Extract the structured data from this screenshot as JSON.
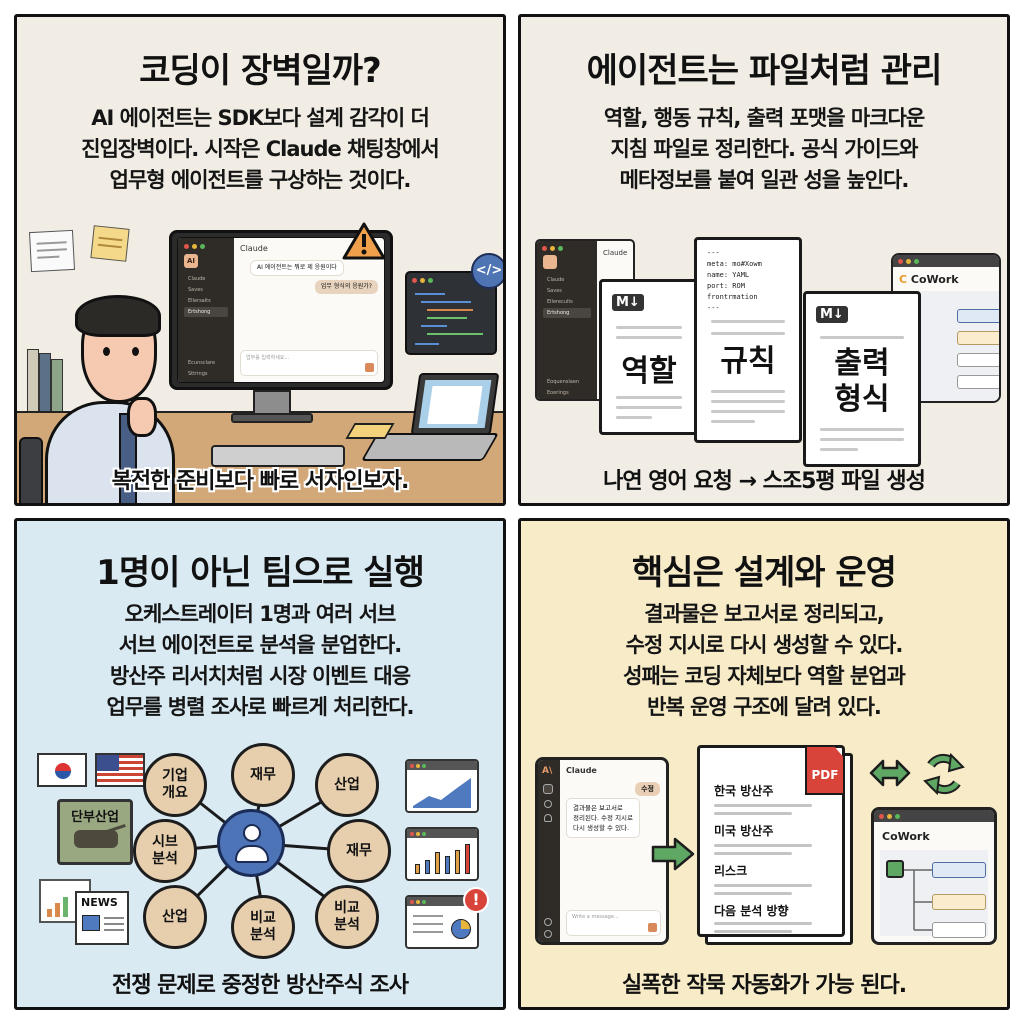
{
  "panels": [
    {
      "title": "코딩이 장벽일까?",
      "desc": [
        "AI 에이전트는 SDK보다 설계 감각이 더",
        "진입장벽이다. 시작은 Claude 채팅창에서",
        "업무형 에이전트를 구상하는 것이다."
      ],
      "caption": "복전한 준비보다 빠로 서자인보자.",
      "bg": "#f1ede4",
      "chat_window": {
        "title": "Claude",
        "logo": "AI",
        "sidebar_items": [
          "Claude",
          "Saves",
          "Ellersaits",
          "Ertshong"
        ],
        "sidebar_footer": [
          "Ecunsclare",
          "Sttrings"
        ],
        "assistant_msg": "AI 에이전트는 뭐로 제 응원이다",
        "user_msg": "업무 형식의 응원가?",
        "input_placeholder": "업무를 입력하세요..."
      },
      "icons": [
        "warning-icon",
        "code-icon"
      ]
    },
    {
      "title": "에이전트는 파일처럼 관리",
      "desc": [
        "역할, 행동 규칙, 출력 포맷을 마크다운",
        "지침 파일로 정리한다. 공식 가이드와",
        "메타정보를 붙여 일관 성을 높인다."
      ],
      "caption": "나연 영어 요청 → 스조5평 파일 생성",
      "bg": "#f1ede4",
      "chat_window": {
        "title": "Claude",
        "sidebar_items": [
          "Claude",
          "Saves",
          "Ellerecults",
          "Ertshong"
        ],
        "sidebar_footer": [
          "Eoquenslaen",
          "Eoerings"
        ]
      },
      "yaml": [
        "---",
        "meta: mo#Xowm",
        "name: YAML",
        "port: ROM",
        "frontrmation",
        "---"
      ],
      "docs": [
        {
          "badge": "M↓",
          "label": "역할"
        },
        {
          "badge": "",
          "label": "규칙"
        },
        {
          "badge": "M↓",
          "label": "출력\n형식"
        }
      ],
      "cowork": {
        "brand": "CoWork"
      }
    },
    {
      "title": "1명이 아닌 팀으로 실행",
      "desc": [
        "오케스트레이터 1명과 여러 서브",
        "서브 에이전트로 분석을 분업한다.",
        "방산주 리서치처럼 시장 이벤트 대응",
        "업무를 병렬 조사로 빠르게 처리한다."
      ],
      "caption": "전쟁 문제로 중정한 방산주식 조사",
      "bg": "#d9eaf3",
      "nodes": [
        "기업\n개요",
        "재무",
        "산업",
        "시브\n분석",
        "재무",
        "산업",
        "비교\n분석",
        "비교\n분석"
      ],
      "side_labels": {
        "industry_card": "단부산업",
        "news": "NEWS"
      },
      "icons": [
        "korea-flag-icon",
        "usa-flag-icon",
        "orchestrator-user-icon",
        "line-chart-icon",
        "bar-chart-icon",
        "alert-icon"
      ]
    },
    {
      "title": "핵심은 설계와 운영",
      "desc": [
        "결과물은 보고서로 정리되고,",
        "수정 지시로 다시 생성할 수 있다.",
        "성패는 코딩 자체보다 역할 분업과",
        "반복 운영 구조에 달려 있다."
      ],
      "caption": "실폭한 작묵 자동화가 가능 된다.",
      "bg": "#f8ecc8",
      "chat_window": {
        "title": "Claude",
        "logo": "A\\",
        "user_msg": "수정",
        "assistant_msg": [
          "결과물은 보고서로",
          "정리된다. 수정 지시로",
          "다시 생성할 수 있다."
        ],
        "input_placeholder": "Write a message..."
      },
      "report": {
        "badge": "PDF",
        "sections": [
          "한국 방산주",
          "미국 방산주",
          "리스크",
          "다음 분석 방향"
        ]
      },
      "cowork": {
        "brand": "CoWork"
      },
      "colors": {
        "pdf": "#d9443a",
        "green": "#5ea864"
      }
    }
  ]
}
